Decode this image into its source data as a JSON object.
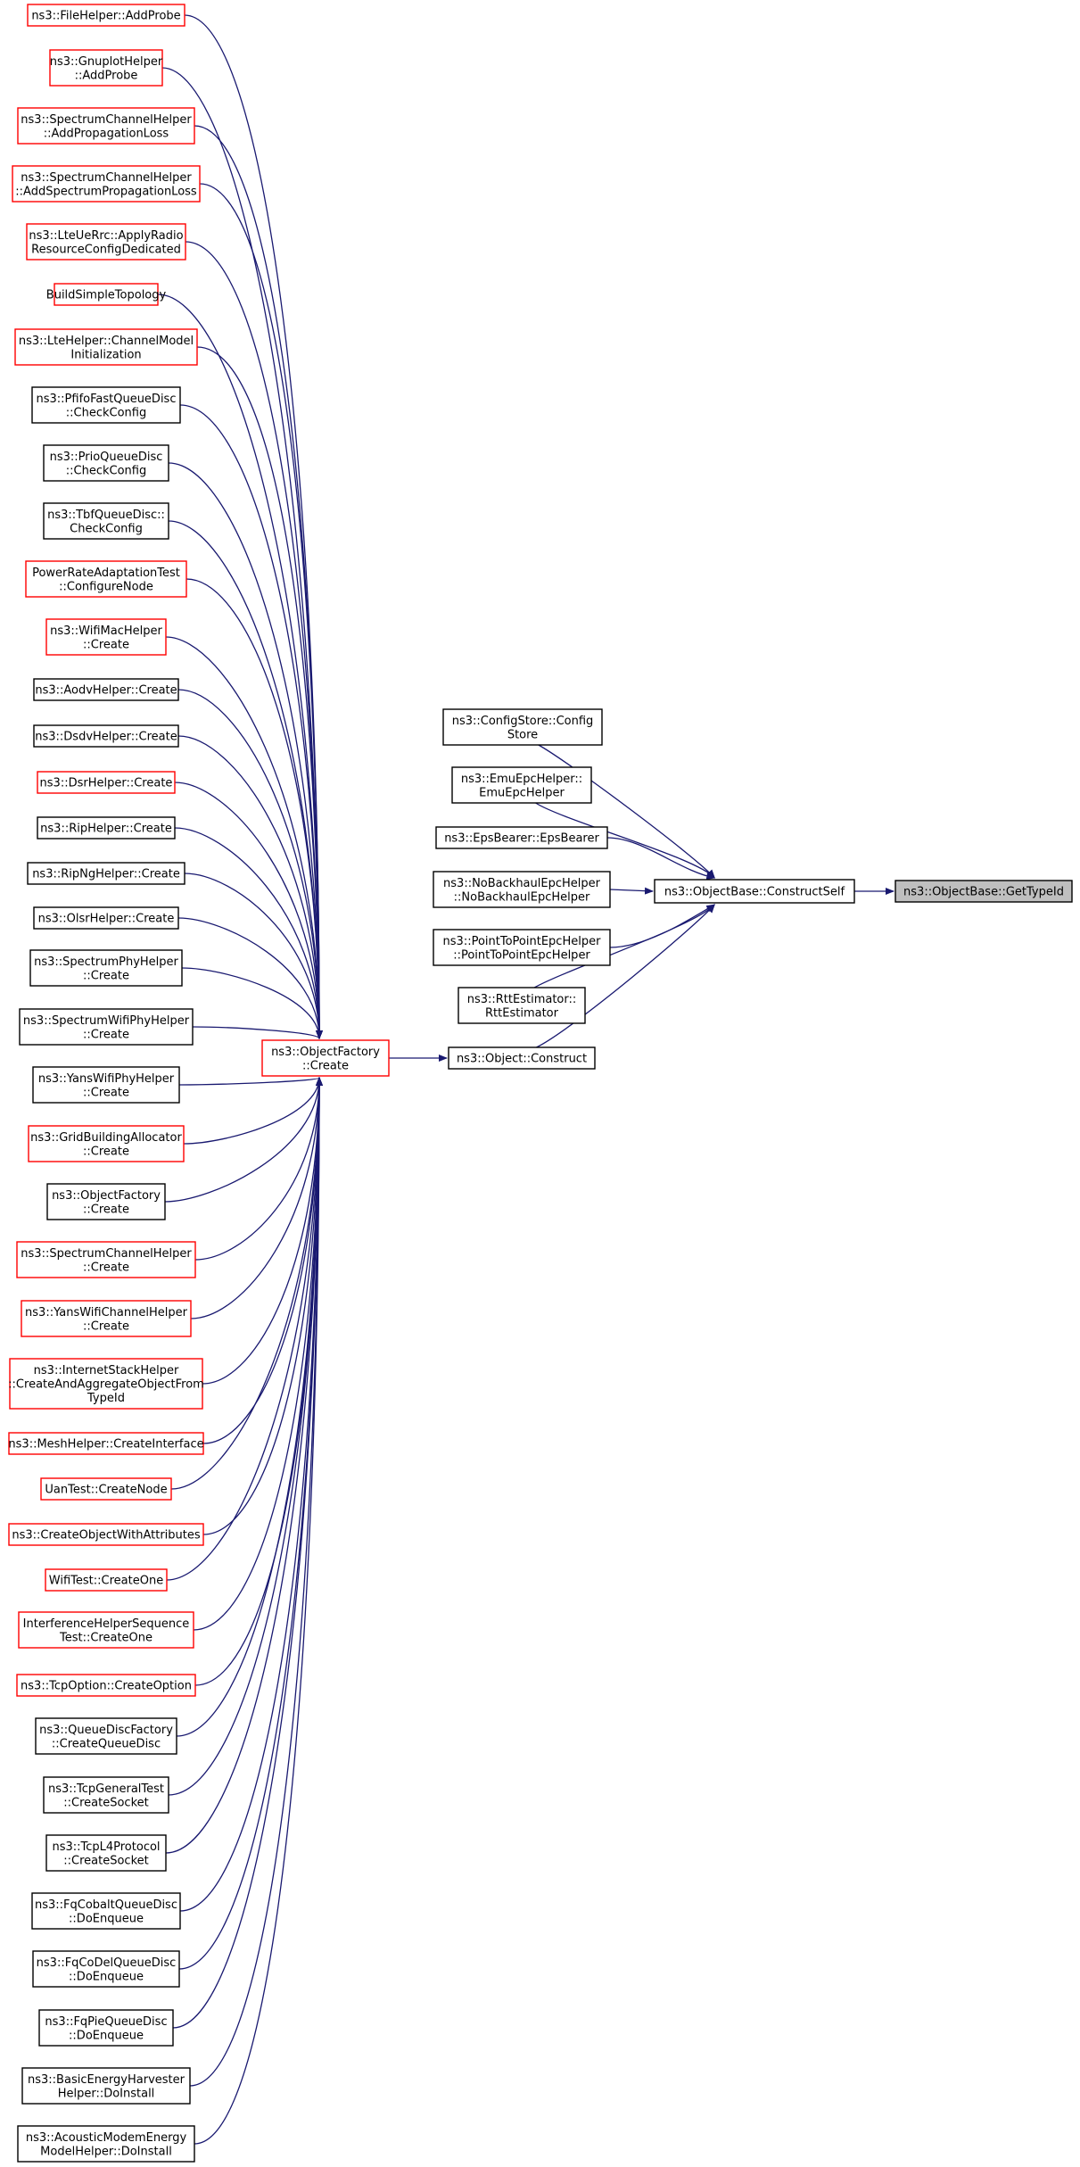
{
  "colors": {
    "edge": "#191970",
    "border_red": "#ff0000",
    "border_black": "#000000",
    "highlight_fill": "#bfbfbf",
    "box_fill": "#ffffff",
    "text": "#000000"
  },
  "nodes": [
    {
      "id": "getTypeId",
      "lines": [
        "ns3::ObjectBase::GetTypeId"
      ],
      "border": "black",
      "highlight": true
    },
    {
      "id": "constructSelf",
      "lines": [
        "ns3::ObjectBase::ConstructSelf"
      ],
      "border": "black"
    },
    {
      "id": "configStore",
      "lines": [
        "ns3::ConfigStore::Config",
        "Store"
      ],
      "border": "black"
    },
    {
      "id": "emuEpc",
      "lines": [
        "ns3::EmuEpcHelper::",
        "EmuEpcHelper"
      ],
      "border": "black"
    },
    {
      "id": "epsBearer",
      "lines": [
        "ns3::EpsBearer::EpsBearer"
      ],
      "border": "black"
    },
    {
      "id": "noBackhaul",
      "lines": [
        "ns3::NoBackhaulEpcHelper",
        "::NoBackhaulEpcHelper"
      ],
      "border": "black"
    },
    {
      "id": "p2pEpc",
      "lines": [
        "ns3::PointToPointEpcHelper",
        "::PointToPointEpcHelper"
      ],
      "border": "black"
    },
    {
      "id": "rttEstimator",
      "lines": [
        "ns3::RttEstimator::",
        "RttEstimator"
      ],
      "border": "black"
    },
    {
      "id": "objectConstruct",
      "lines": [
        "ns3::Object::Construct"
      ],
      "border": "black"
    },
    {
      "id": "objectFactoryCreate",
      "lines": [
        "ns3::ObjectFactory",
        "::Create"
      ],
      "border": "red"
    },
    {
      "id": "c01",
      "lines": [
        "ns3::FileHelper::AddProbe"
      ],
      "border": "red"
    },
    {
      "id": "c02",
      "lines": [
        "ns3::GnuplotHelper",
        "::AddProbe"
      ],
      "border": "red"
    },
    {
      "id": "c03",
      "lines": [
        "ns3::SpectrumChannelHelper",
        "::AddPropagationLoss"
      ],
      "border": "red"
    },
    {
      "id": "c04",
      "lines": [
        "ns3::SpectrumChannelHelper",
        "::AddSpectrumPropagationLoss"
      ],
      "border": "red"
    },
    {
      "id": "c05",
      "lines": [
        "ns3::LteUeRrc::ApplyRadio",
        "ResourceConfigDedicated"
      ],
      "border": "red"
    },
    {
      "id": "c06",
      "lines": [
        "BuildSimpleTopology"
      ],
      "border": "red"
    },
    {
      "id": "c07",
      "lines": [
        "ns3::LteHelper::ChannelModel",
        "Initialization"
      ],
      "border": "red"
    },
    {
      "id": "c08",
      "lines": [
        "ns3::PfifoFastQueueDisc",
        "::CheckConfig"
      ],
      "border": "black"
    },
    {
      "id": "c09",
      "lines": [
        "ns3::PrioQueueDisc",
        "::CheckConfig"
      ],
      "border": "black"
    },
    {
      "id": "c10",
      "lines": [
        "ns3::TbfQueueDisc::",
        "CheckConfig"
      ],
      "border": "black"
    },
    {
      "id": "c11",
      "lines": [
        "PowerRateAdaptationTest",
        "::ConfigureNode"
      ],
      "border": "red"
    },
    {
      "id": "c12",
      "lines": [
        "ns3::WifiMacHelper",
        "::Create"
      ],
      "border": "red"
    },
    {
      "id": "c13",
      "lines": [
        "ns3::AodvHelper::Create"
      ],
      "border": "black"
    },
    {
      "id": "c14",
      "lines": [
        "ns3::DsdvHelper::Create"
      ],
      "border": "black"
    },
    {
      "id": "c15",
      "lines": [
        "ns3::DsrHelper::Create"
      ],
      "border": "red"
    },
    {
      "id": "c16",
      "lines": [
        "ns3::RipHelper::Create"
      ],
      "border": "black"
    },
    {
      "id": "c17",
      "lines": [
        "ns3::RipNgHelper::Create"
      ],
      "border": "black"
    },
    {
      "id": "c18",
      "lines": [
        "ns3::OlsrHelper::Create"
      ],
      "border": "black"
    },
    {
      "id": "c19",
      "lines": [
        "ns3::SpectrumPhyHelper",
        "::Create"
      ],
      "border": "black"
    },
    {
      "id": "c20",
      "lines": [
        "ns3::SpectrumWifiPhyHelper",
        "::Create"
      ],
      "border": "black"
    },
    {
      "id": "c21",
      "lines": [
        "ns3::YansWifiPhyHelper",
        "::Create"
      ],
      "border": "black"
    },
    {
      "id": "c22",
      "lines": [
        "ns3::GridBuildingAllocator",
        "::Create"
      ],
      "border": "red"
    },
    {
      "id": "c23",
      "lines": [
        "ns3::ObjectFactory",
        "::Create"
      ],
      "border": "black"
    },
    {
      "id": "c24",
      "lines": [
        "ns3::SpectrumChannelHelper",
        "::Create"
      ],
      "border": "red"
    },
    {
      "id": "c25",
      "lines": [
        "ns3::YansWifiChannelHelper",
        "::Create"
      ],
      "border": "red"
    },
    {
      "id": "c26",
      "lines": [
        "ns3::InternetStackHelper",
        "::CreateAndAggregateObjectFrom",
        "TypeId"
      ],
      "border": "red"
    },
    {
      "id": "c27",
      "lines": [
        "ns3::MeshHelper::CreateInterface"
      ],
      "border": "red"
    },
    {
      "id": "c28",
      "lines": [
        "UanTest::CreateNode"
      ],
      "border": "red"
    },
    {
      "id": "c29",
      "lines": [
        "ns3::CreateObjectWithAttributes"
      ],
      "border": "red"
    },
    {
      "id": "c30",
      "lines": [
        "WifiTest::CreateOne"
      ],
      "border": "red"
    },
    {
      "id": "c31",
      "lines": [
        "InterferenceHelperSequence",
        "Test::CreateOne"
      ],
      "border": "red"
    },
    {
      "id": "c32",
      "lines": [
        "ns3::TcpOption::CreateOption"
      ],
      "border": "red"
    },
    {
      "id": "c33",
      "lines": [
        "ns3::QueueDiscFactory",
        "::CreateQueueDisc"
      ],
      "border": "black"
    },
    {
      "id": "c34",
      "lines": [
        "ns3::TcpGeneralTest",
        "::CreateSocket"
      ],
      "border": "black"
    },
    {
      "id": "c35",
      "lines": [
        "ns3::TcpL4Protocol",
        "::CreateSocket"
      ],
      "border": "black"
    },
    {
      "id": "c36",
      "lines": [
        "ns3::FqCobaltQueueDisc",
        "::DoEnqueue"
      ],
      "border": "black"
    },
    {
      "id": "c37",
      "lines": [
        "ns3::FqCoDelQueueDisc",
        "::DoEnqueue"
      ],
      "border": "black"
    },
    {
      "id": "c38",
      "lines": [
        "ns3::FqPieQueueDisc",
        "::DoEnqueue"
      ],
      "border": "black"
    },
    {
      "id": "c39",
      "lines": [
        "ns3::BasicEnergyHarvester",
        "Helper::DoInstall"
      ],
      "border": "black"
    },
    {
      "id": "c40",
      "lines": [
        "ns3::AcousticModemEnergy",
        "ModelHelper::DoInstall"
      ],
      "border": "black"
    }
  ],
  "edges": [
    {
      "from": "constructSelf",
      "to": "getTypeId"
    },
    {
      "from": "configStore",
      "to": "constructSelf"
    },
    {
      "from": "emuEpc",
      "to": "constructSelf"
    },
    {
      "from": "epsBearer",
      "to": "constructSelf"
    },
    {
      "from": "noBackhaul",
      "to": "constructSelf"
    },
    {
      "from": "p2pEpc",
      "to": "constructSelf"
    },
    {
      "from": "rttEstimator",
      "to": "constructSelf"
    },
    {
      "from": "objectConstruct",
      "to": "constructSelf"
    },
    {
      "from": "objectFactoryCreate",
      "to": "objectConstruct"
    },
    {
      "from": "c01",
      "to": "objectFactoryCreate"
    },
    {
      "from": "c02",
      "to": "objectFactoryCreate"
    },
    {
      "from": "c03",
      "to": "objectFactoryCreate"
    },
    {
      "from": "c04",
      "to": "objectFactoryCreate"
    },
    {
      "from": "c05",
      "to": "objectFactoryCreate"
    },
    {
      "from": "c06",
      "to": "objectFactoryCreate"
    },
    {
      "from": "c07",
      "to": "objectFactoryCreate"
    },
    {
      "from": "c08",
      "to": "objectFactoryCreate"
    },
    {
      "from": "c09",
      "to": "objectFactoryCreate"
    },
    {
      "from": "c10",
      "to": "objectFactoryCreate"
    },
    {
      "from": "c11",
      "to": "objectFactoryCreate"
    },
    {
      "from": "c12",
      "to": "objectFactoryCreate"
    },
    {
      "from": "c13",
      "to": "objectFactoryCreate"
    },
    {
      "from": "c14",
      "to": "objectFactoryCreate"
    },
    {
      "from": "c15",
      "to": "objectFactoryCreate"
    },
    {
      "from": "c16",
      "to": "objectFactoryCreate"
    },
    {
      "from": "c17",
      "to": "objectFactoryCreate"
    },
    {
      "from": "c18",
      "to": "objectFactoryCreate"
    },
    {
      "from": "c19",
      "to": "objectFactoryCreate"
    },
    {
      "from": "c20",
      "to": "objectFactoryCreate"
    },
    {
      "from": "c21",
      "to": "objectFactoryCreate"
    },
    {
      "from": "c22",
      "to": "objectFactoryCreate"
    },
    {
      "from": "c23",
      "to": "objectFactoryCreate"
    },
    {
      "from": "c24",
      "to": "objectFactoryCreate"
    },
    {
      "from": "c25",
      "to": "objectFactoryCreate"
    },
    {
      "from": "c26",
      "to": "objectFactoryCreate"
    },
    {
      "from": "c27",
      "to": "objectFactoryCreate"
    },
    {
      "from": "c28",
      "to": "objectFactoryCreate"
    },
    {
      "from": "c29",
      "to": "objectFactoryCreate"
    },
    {
      "from": "c30",
      "to": "objectFactoryCreate"
    },
    {
      "from": "c31",
      "to": "objectFactoryCreate"
    },
    {
      "from": "c32",
      "to": "objectFactoryCreate"
    },
    {
      "from": "c33",
      "to": "objectFactoryCreate"
    },
    {
      "from": "c34",
      "to": "objectFactoryCreate"
    },
    {
      "from": "c35",
      "to": "objectFactoryCreate"
    },
    {
      "from": "c36",
      "to": "objectFactoryCreate"
    },
    {
      "from": "c37",
      "to": "objectFactoryCreate"
    },
    {
      "from": "c38",
      "to": "objectFactoryCreate"
    },
    {
      "from": "c39",
      "to": "objectFactoryCreate"
    },
    {
      "from": "c40",
      "to": "objectFactoryCreate"
    }
  ]
}
